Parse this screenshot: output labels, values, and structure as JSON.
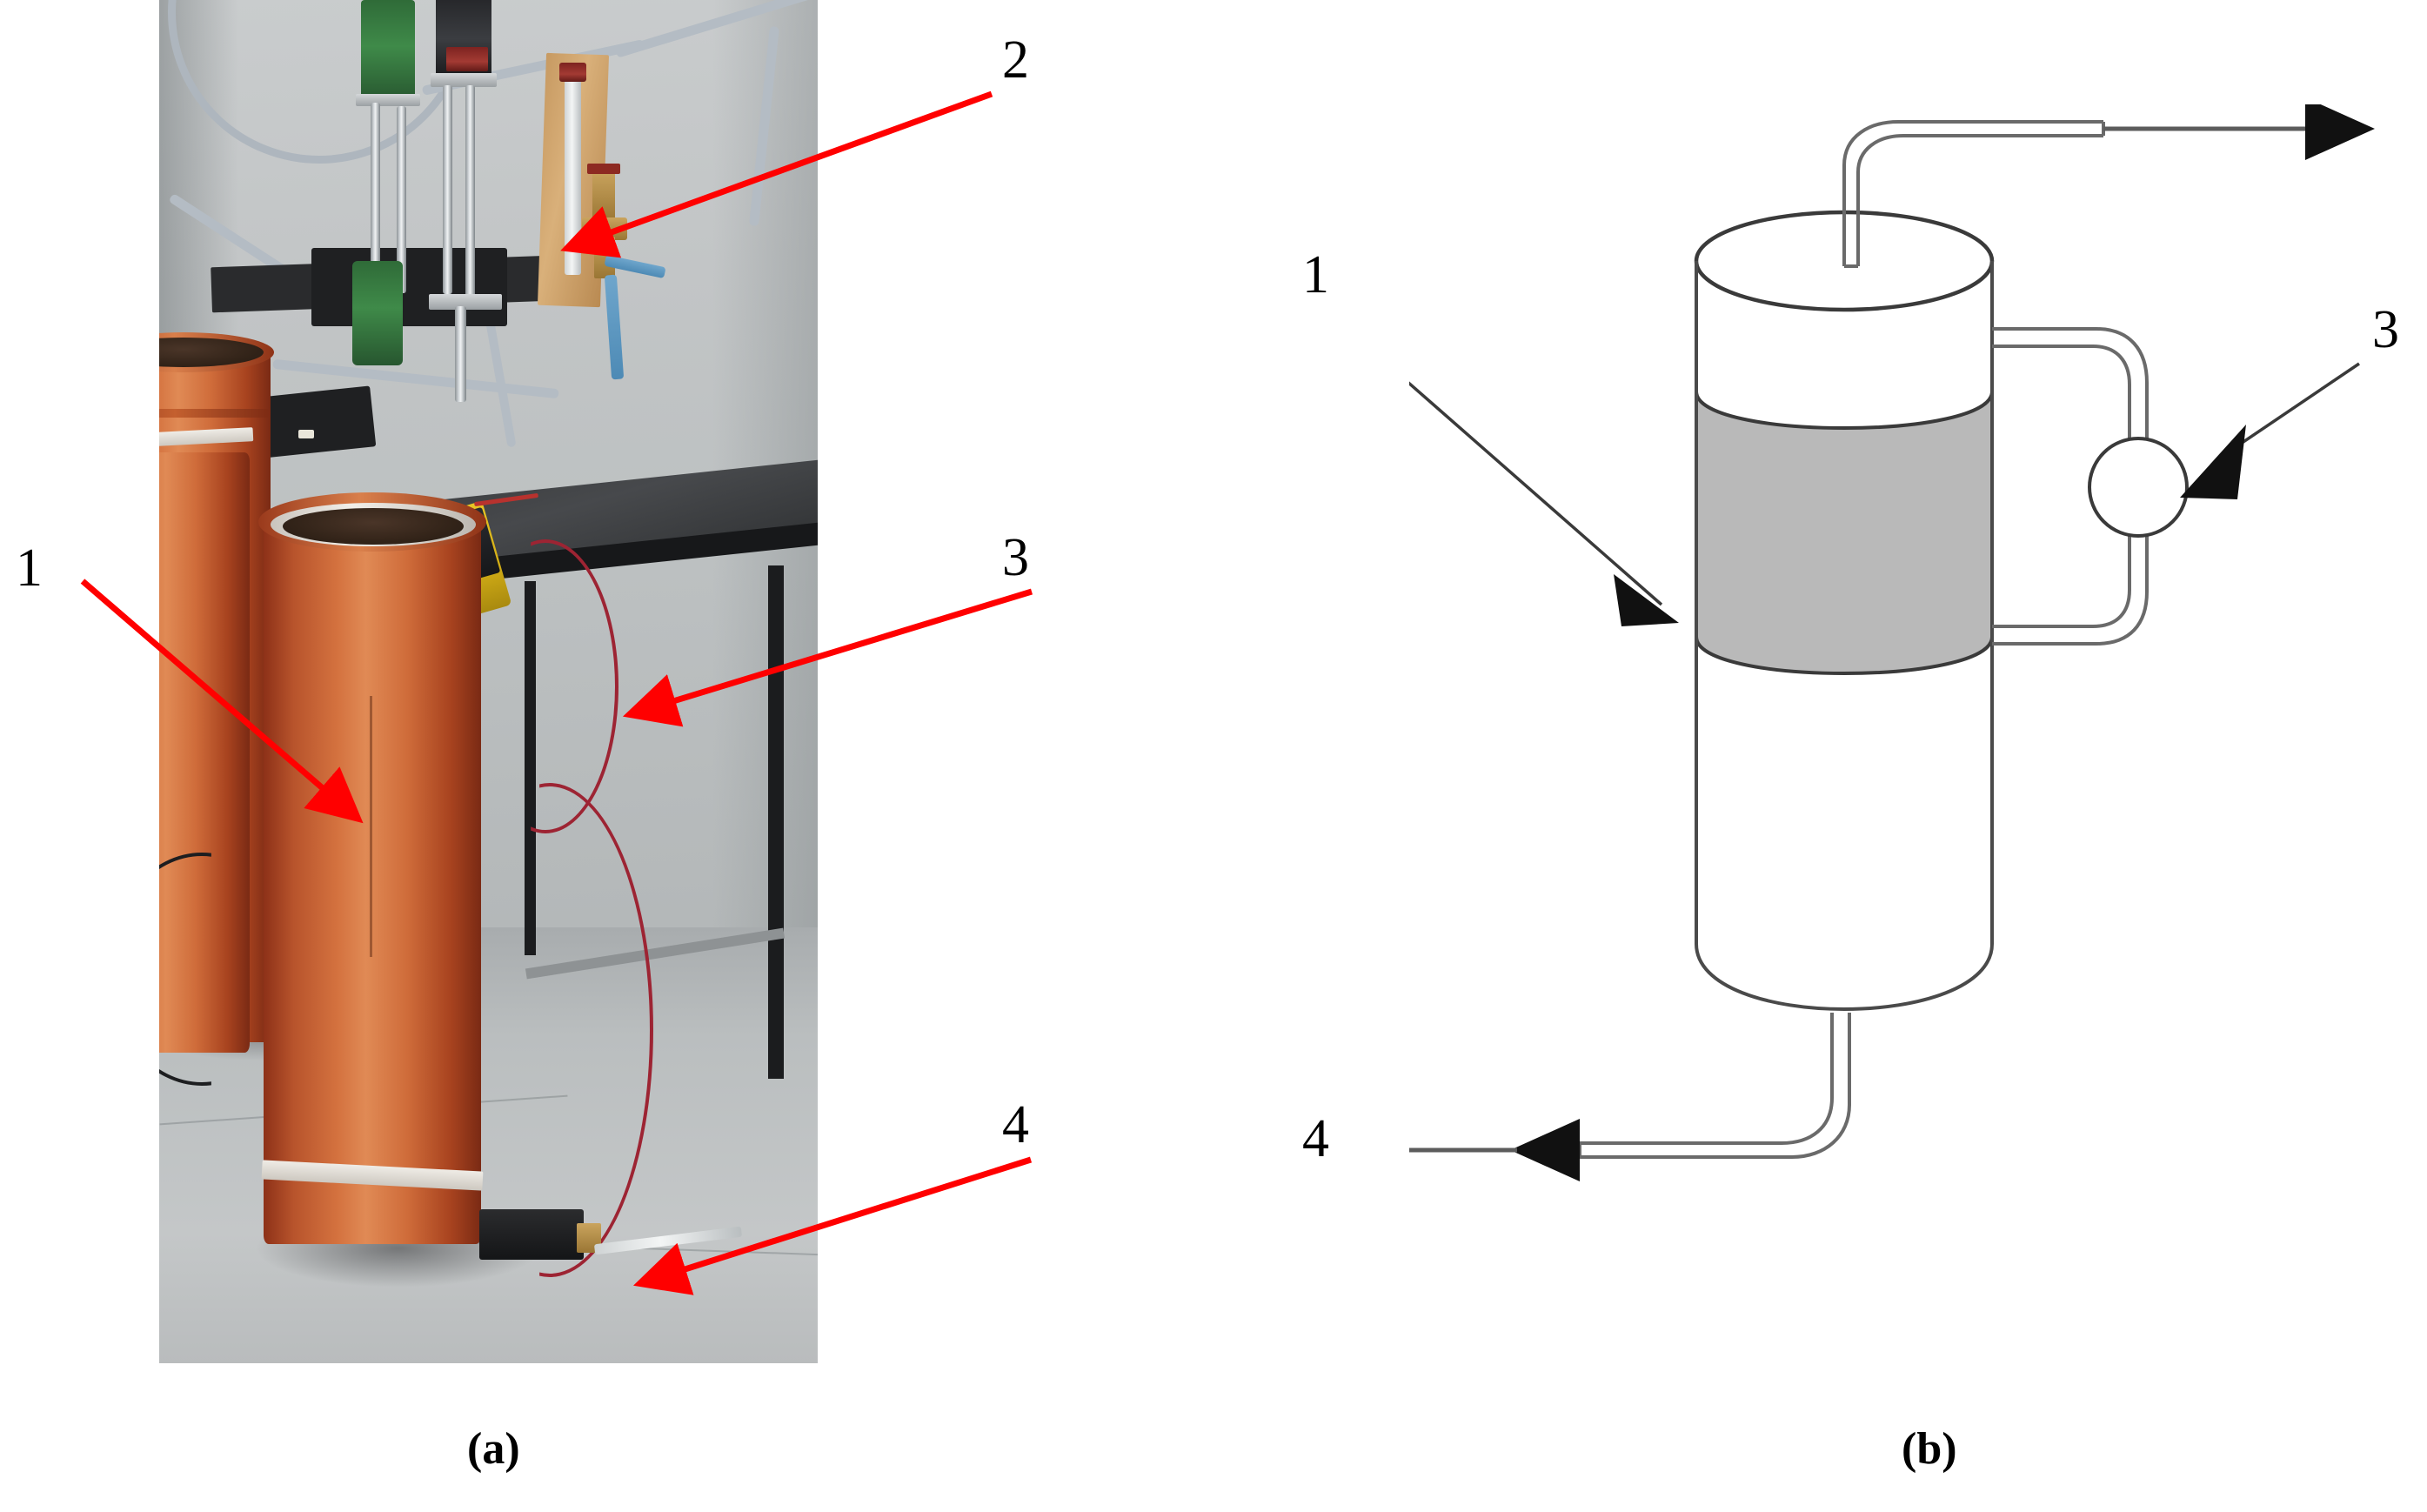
{
  "figure": {
    "panels": [
      {
        "id": "a",
        "caption": "(a)",
        "type": "photograph",
        "description": "Laboratory photograph of the soil column / biofilter test rig mounted on a wall panel with rotameters above and orange PVC soil columns on the floor"
      },
      {
        "id": "b",
        "caption": "(b)",
        "type": "schematic",
        "description": "Line drawing of the column showing gas inlet, packed bed, measurement port and gas outlet"
      }
    ]
  },
  "panel_a": {
    "caption": "(a)",
    "callouts": [
      {
        "id": "1",
        "label": "1",
        "target": "soil column packing surface",
        "color": "#ff0000"
      },
      {
        "id": "2",
        "label": "2",
        "target": "rotameter flow meters",
        "color": "#ff0000"
      },
      {
        "id": "3",
        "label": "3",
        "target": "handheld gas measuring device",
        "color": "#ff0000"
      },
      {
        "id": "4",
        "label": "4",
        "target": "gas supply unit at column base",
        "color": "#ff0000"
      }
    ]
  },
  "panel_b": {
    "caption": "(b)",
    "callouts": [
      {
        "id": "1",
        "label": "1",
        "target": "packed bed section (grey band)",
        "color": "#231f20"
      },
      {
        "id": "3",
        "label": "3",
        "target": "sampling port on bypass loop",
        "color": "#231f20"
      },
      {
        "id": "4",
        "label": "4",
        "target": "bottom gas inlet line",
        "color": "#231f20"
      }
    ],
    "flow_arrows": [
      {
        "id": "outlet",
        "label": "",
        "direction": "right",
        "position": "top"
      },
      {
        "id": "inlet",
        "label": "",
        "direction": "left",
        "position": "bottom"
      }
    ],
    "elements": {
      "vessel": "vertical cylinder",
      "bed_fill": "#b9b9b9",
      "line_color": "#3f3f3f",
      "gauge": "circle on side loop"
    }
  },
  "colors": {
    "annotation_red": "#ff0000",
    "annotation_black": "#231f20",
    "bed_grey": "#b9b9b9",
    "pipe_outline": "#4a4a4a",
    "pipe_fill": "#9a9a9a",
    "background": "#ffffff"
  }
}
